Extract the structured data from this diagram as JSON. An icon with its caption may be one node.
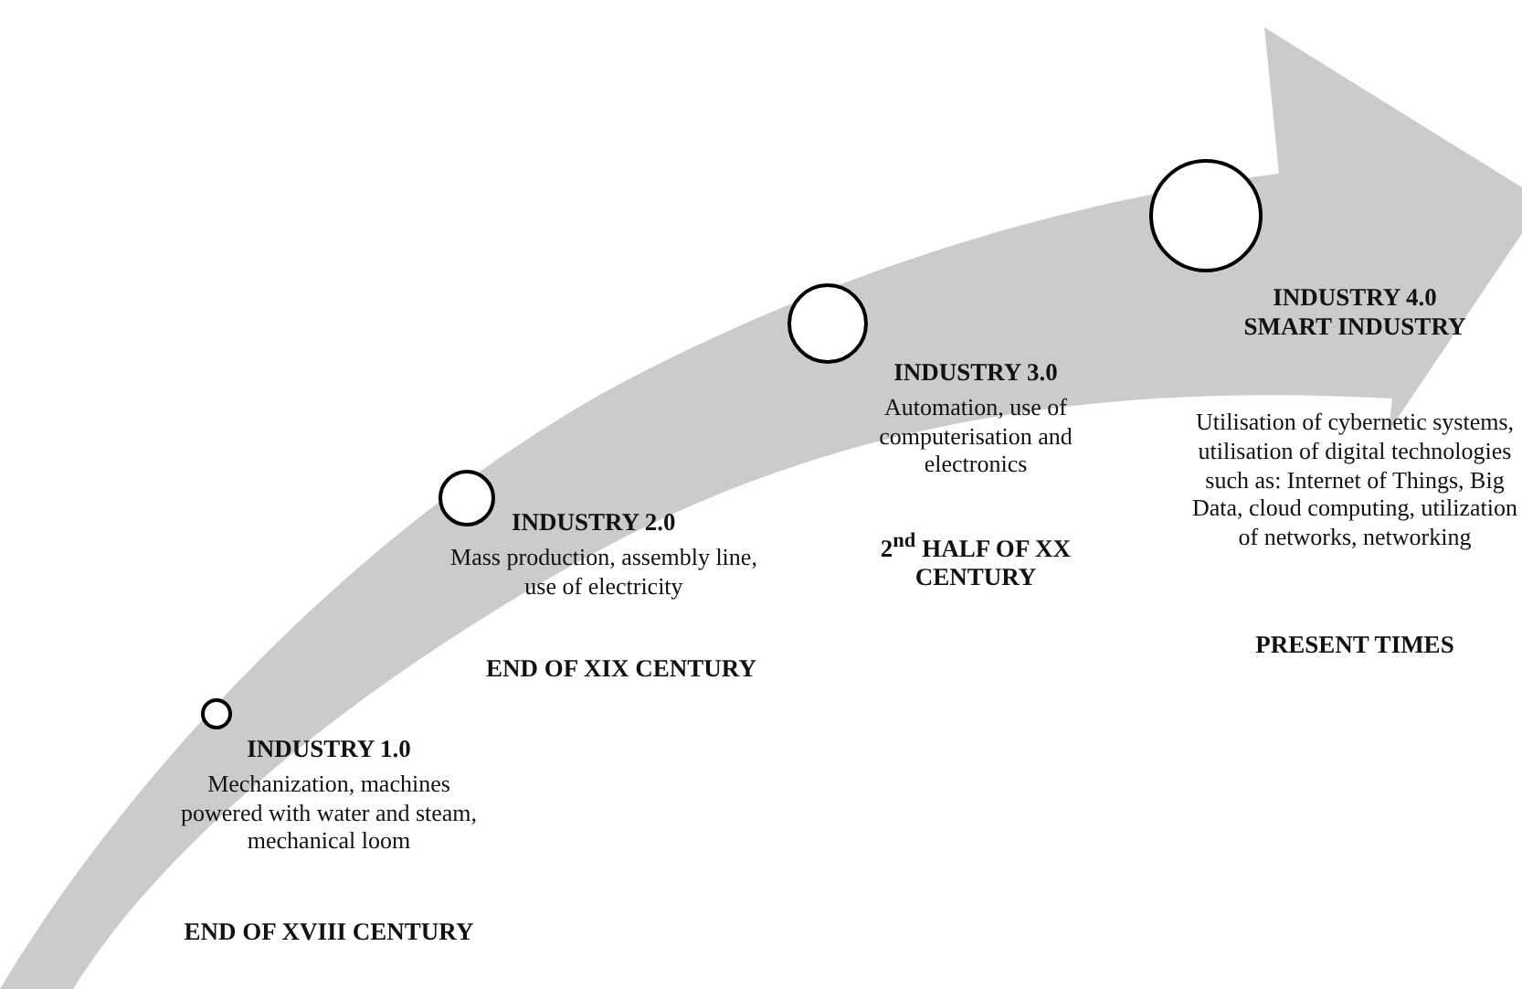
{
  "diagram": {
    "nodes": [
      {
        "text": [
          "INDUSTRY 1.0",
          "Mechanization, machines powered with water and steam, mechanical loom"
        ]
      },
      {
        "text": [
          "INDUSTRY 2.0",
          "Mass production, assembly line, use of electricity"
        ]
      },
      {
        "text": [
          "INDUSTRY 3.0",
          "Automation, use of computerisation and electronics"
        ]
      },
      {
        "text": [
          "INDUSTRY 4.0",
          "SMART INDUSTRY",
          "Utilisation of cybernetic systems, utilisation of digital technologies such as: Internet of Things, Big Data, cloud computing, utilization of networks, networking"
        ]
      }
    ],
    "labels": [
      "END OF XIX CENTURY",
      "2$^{nd}$ HALF OF XX CENTURY",
      "PRESENT TIMES",
      "END OF XVIII CENTURY"
    ]
  }
}
